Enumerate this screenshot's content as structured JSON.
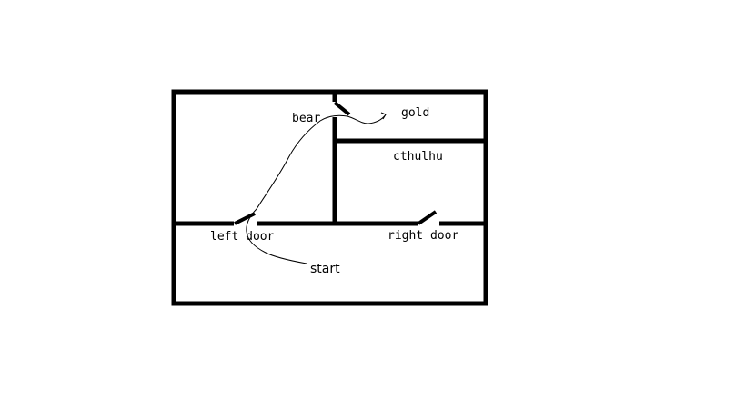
{
  "diagram": {
    "labels": {
      "bear": "bear",
      "gold": "gold",
      "cthulhu": "cthulhu",
      "left_door": "left door",
      "right_door": "right door",
      "start": "start"
    },
    "colors": {
      "wall": "#000000",
      "path": "#000000",
      "background": "#ffffff"
    }
  }
}
